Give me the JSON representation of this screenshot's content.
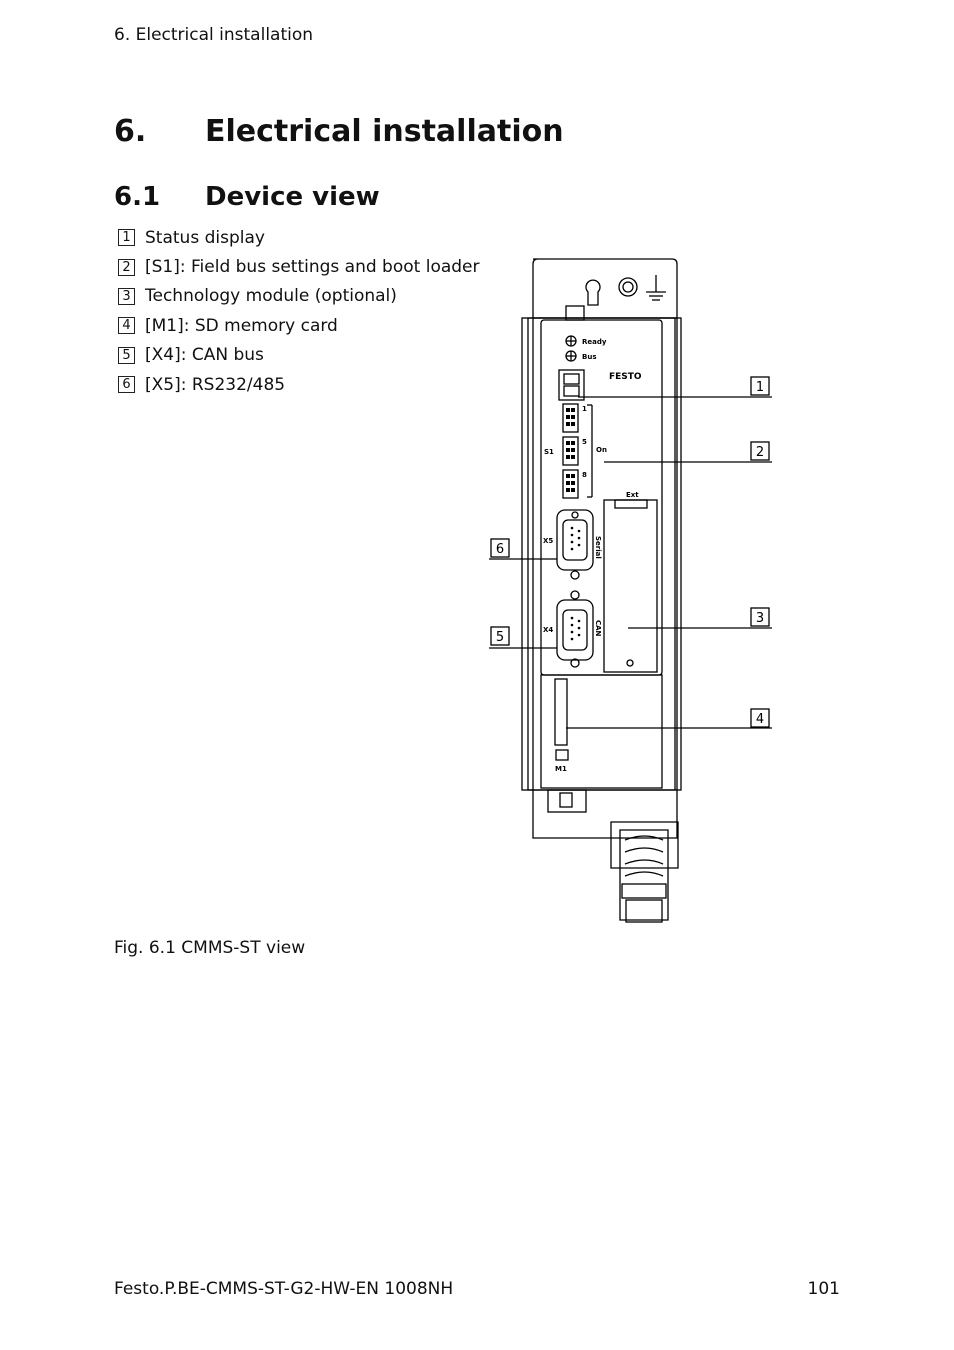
{
  "header": {
    "running_title": "6. Electrical installation"
  },
  "chapter": {
    "number": "6.",
    "title": "Electrical installation"
  },
  "section": {
    "number": "6.1",
    "title": "Device view"
  },
  "legend": [
    {
      "num": "1",
      "text": "Status display"
    },
    {
      "num": "2",
      "text": "[S1]: Field bus settings and boot loader"
    },
    {
      "num": "3",
      "text": "Technology module (optional)"
    },
    {
      "num": "4",
      "text": "[M1]: SD memory card"
    },
    {
      "num": "5",
      "text": "[X4]: CAN bus"
    },
    {
      "num": "6",
      "text": "[X5]: RS232/485"
    }
  ],
  "device": {
    "led_ready": "Ready",
    "led_bus": "Bus",
    "brand": "FESTO",
    "switch_label": "S1",
    "switch_numbers": [
      "1",
      "5",
      "8"
    ],
    "switch_side_label": "On",
    "slot_label": "Ext",
    "x5_label": "X5",
    "x5_side": "Serial",
    "x4_label": "X4",
    "x4_side": "CAN",
    "sd_label": "M1"
  },
  "callouts": [
    "1",
    "2",
    "3",
    "4",
    "5",
    "6"
  ],
  "caption": "Fig. 6.1 CMMS-ST view",
  "footer": {
    "doc_id": "Festo.P.BE-CMMS-ST-G2-HW-EN 1008NH",
    "page": "101"
  }
}
